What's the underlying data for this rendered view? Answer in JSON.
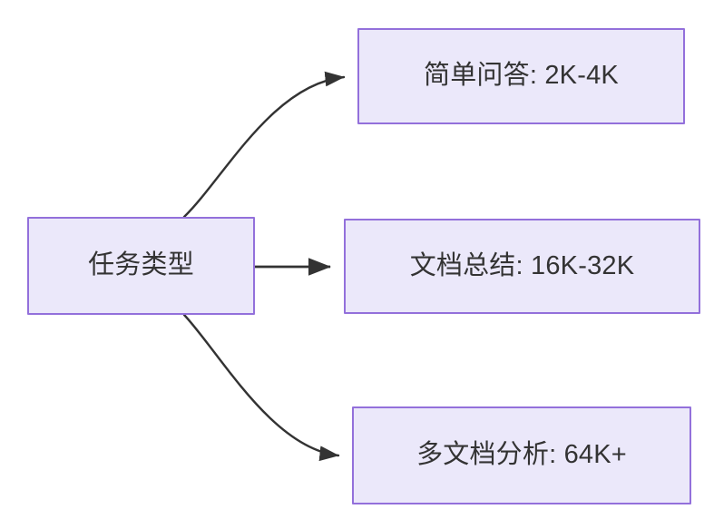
{
  "diagram": {
    "type": "flowchart",
    "direction": "left-to-right",
    "background_color": "#ffffff",
    "node_fill_color": "#ebe8fa",
    "node_border_color": "#9370db",
    "node_text_color": "#333333",
    "edge_color": "#333333",
    "root": {
      "id": "task-type",
      "label": "任务类型"
    },
    "branches": [
      {
        "id": "simple-qa",
        "label": "简单问答: 2K-4K",
        "task": "简单问答",
        "context_length": "2K-4K",
        "edge_style": "curved"
      },
      {
        "id": "doc-summary",
        "label": "文档总结: 16K-32K",
        "task": "文档总结",
        "context_length": "16K-32K",
        "edge_style": "straight"
      },
      {
        "id": "multi-doc",
        "label": "多文档分析: 64K+",
        "task": "多文档分析",
        "context_length": "64K+",
        "edge_style": "curved"
      }
    ]
  }
}
